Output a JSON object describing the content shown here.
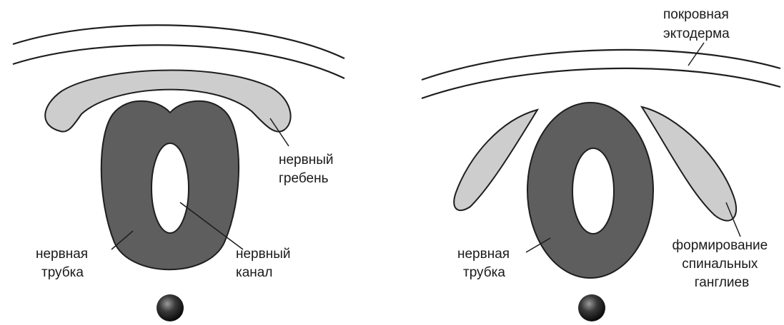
{
  "left_panel": {
    "labels": {
      "neural_crest": [
        "нервный",
        "гребень"
      ],
      "neural_tube": [
        "нервная",
        "трубка"
      ],
      "neural_canal": [
        "нервный",
        "канал"
      ]
    }
  },
  "right_panel": {
    "labels": {
      "surface_ectoderm": [
        "покровная",
        "эктодерма"
      ],
      "neural_tube": [
        "нервная",
        "трубка"
      ],
      "spinal_ganglia": [
        "формирование",
        "спинальных",
        "ганглиев"
      ]
    }
  },
  "colors": {
    "tube": "#5e5e5e",
    "crest": "#cdcdcd",
    "outline": "#1e1e1e",
    "background": "#ffffff"
  }
}
